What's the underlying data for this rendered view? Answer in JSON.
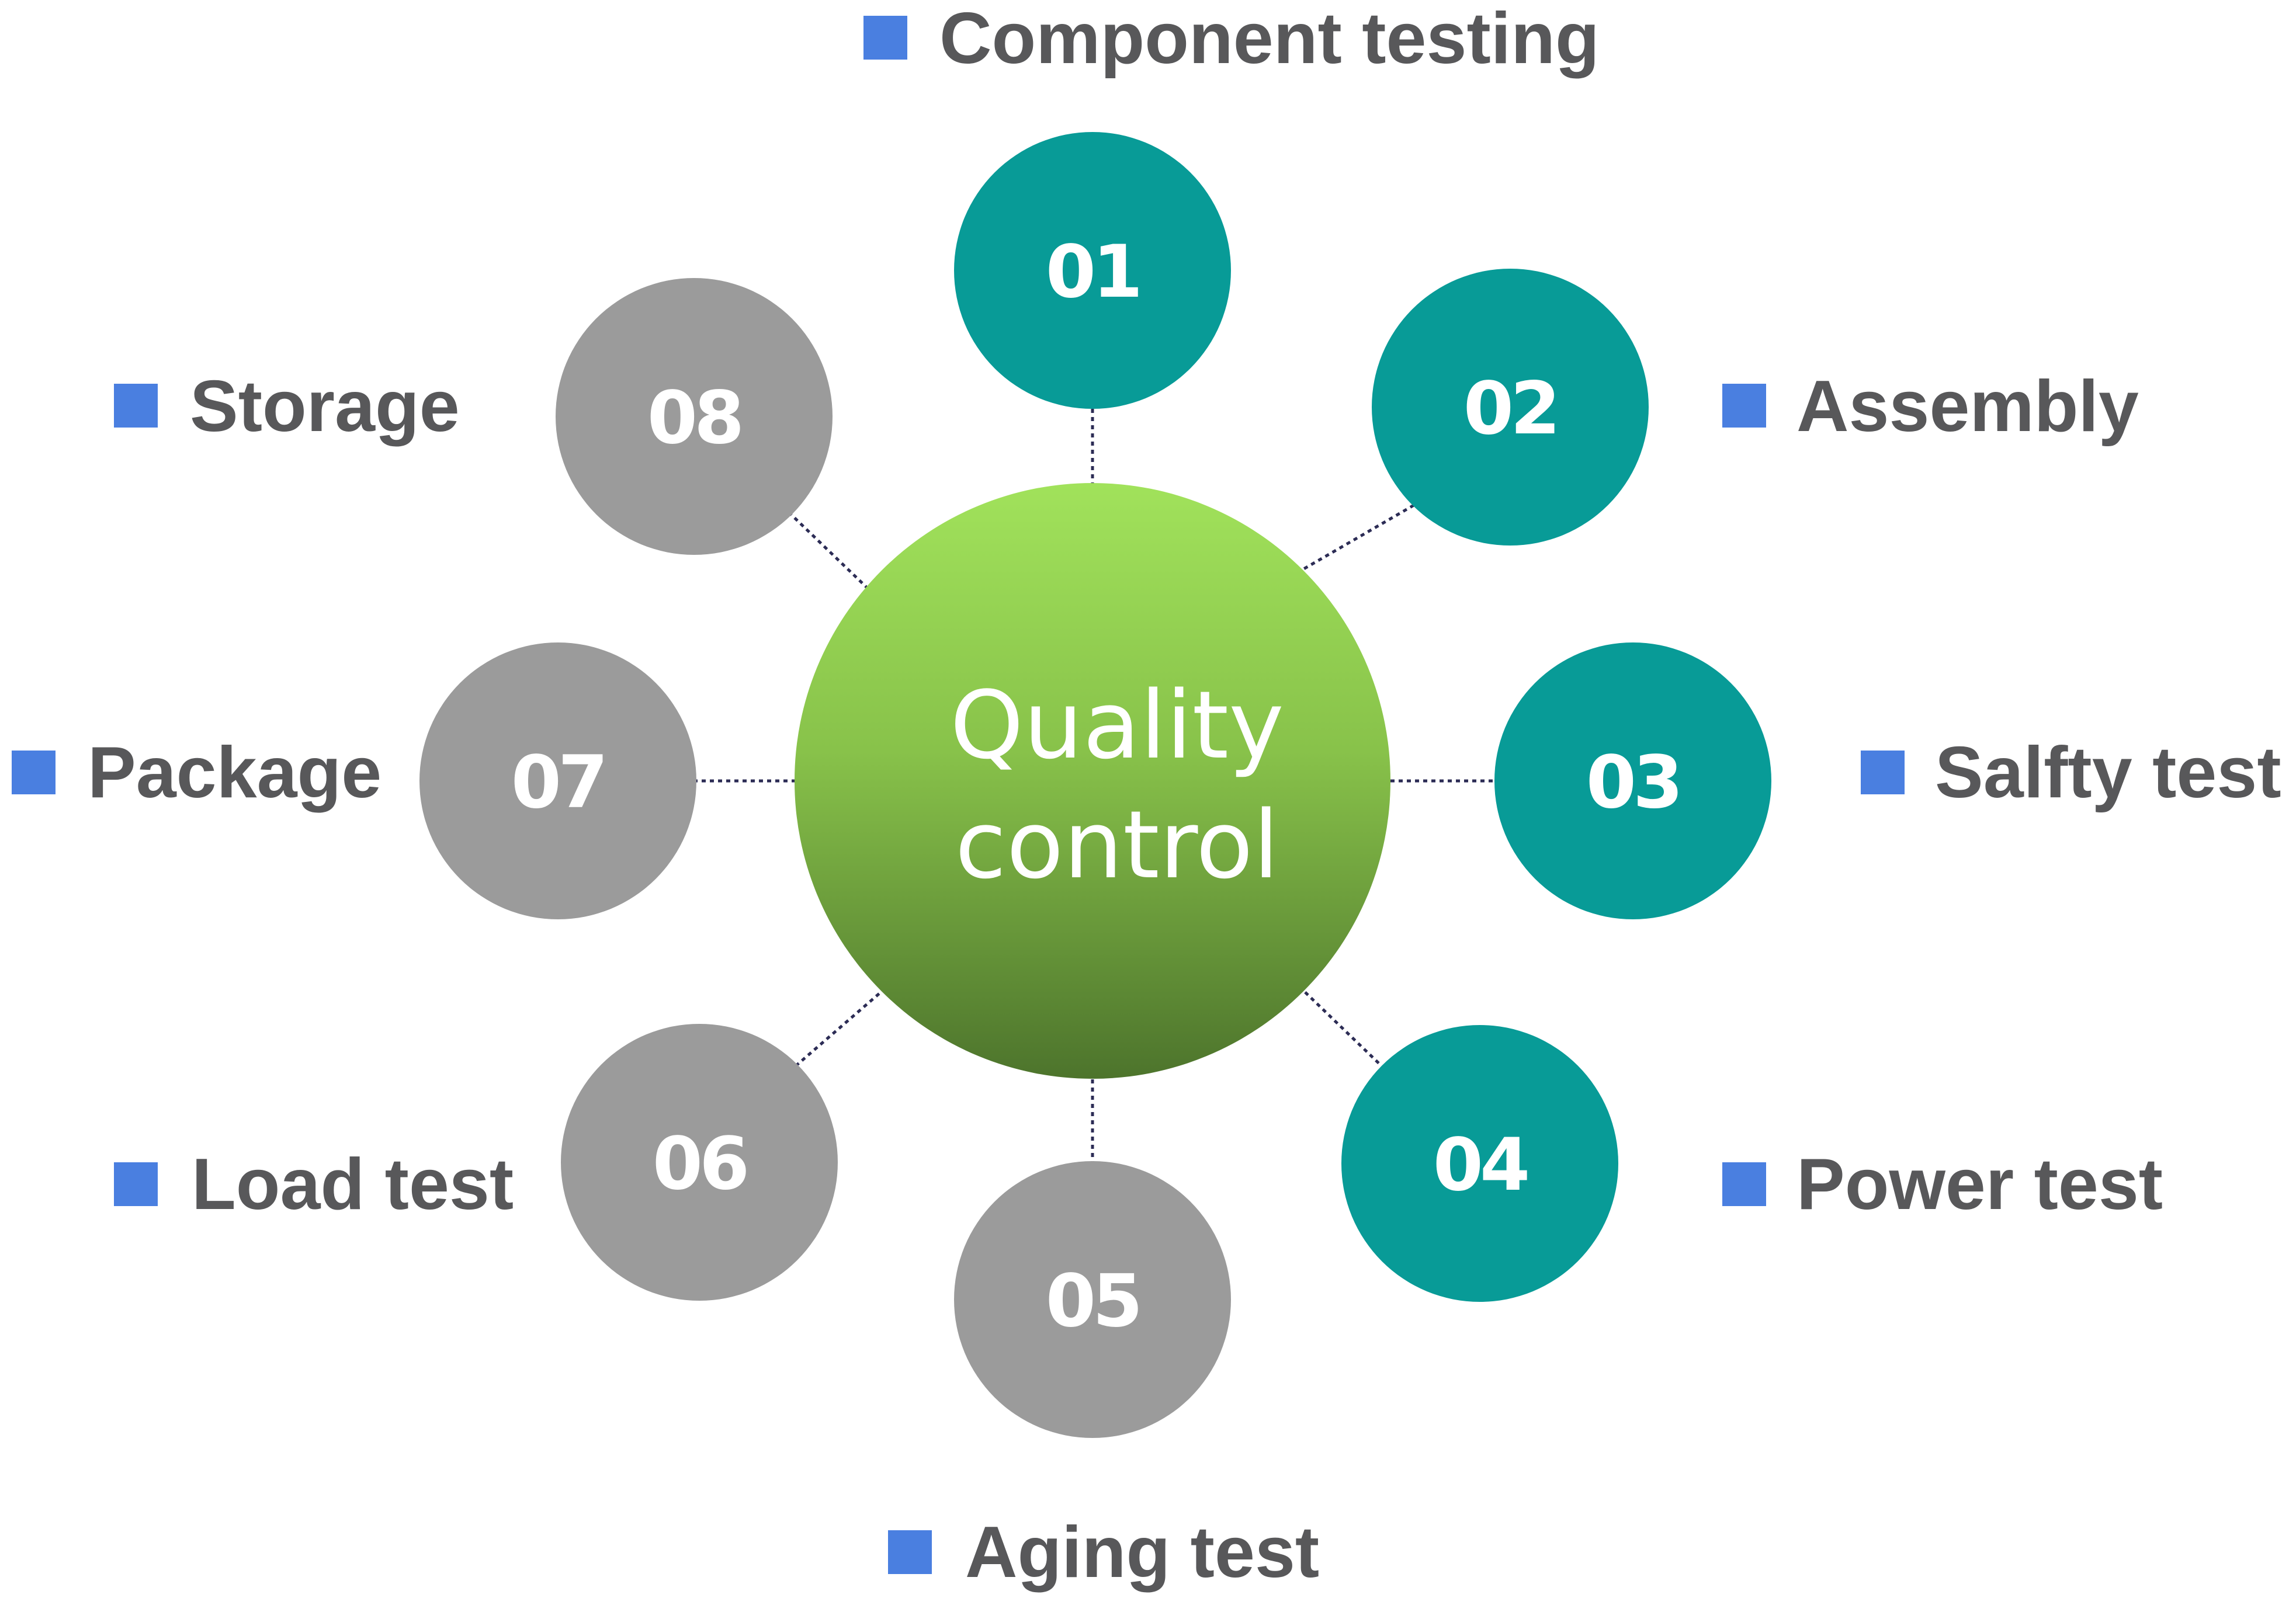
{
  "colors": {
    "active_node": "#089b97",
    "inactive_node": "#9b9b9b",
    "center_top": "#a1e25b",
    "center_bottom": "#4d742c",
    "bullet": "#4a7fe0",
    "label_text": "#58585a"
  },
  "center": {
    "line1": "Quality",
    "line2": "control"
  },
  "steps": [
    {
      "number": "01",
      "label": "Component testing",
      "status": "active"
    },
    {
      "number": "02",
      "label": "Assembly",
      "status": "active"
    },
    {
      "number": "03",
      "label": "Salfty test",
      "status": "active"
    },
    {
      "number": "04",
      "label": "Power test",
      "status": "active"
    },
    {
      "number": "05",
      "label": "Aging test",
      "status": "inactive"
    },
    {
      "number": "06",
      "label": "Load test",
      "status": "inactive"
    },
    {
      "number": "07",
      "label": "Package",
      "status": "inactive"
    },
    {
      "number": "08",
      "label": "Storage",
      "status": "inactive"
    }
  ]
}
